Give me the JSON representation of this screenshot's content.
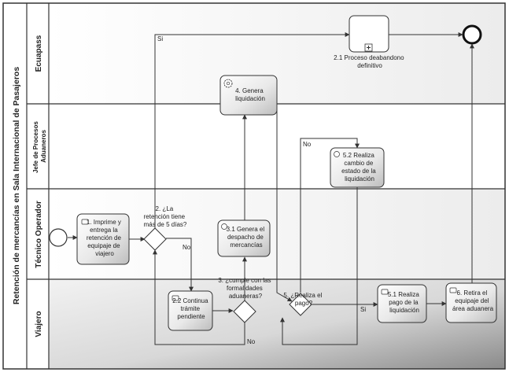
{
  "pool": {
    "title": "Retención de mercancías en Sala Internacional de Pasajeros"
  },
  "lanes": {
    "ecuapass": "Ecuapass",
    "jefe": [
      "Jefe de Procesos",
      "Aduaneros"
    ],
    "tecnico": "Técnico Operador",
    "viajero": "Viajero"
  },
  "tasks": {
    "t1": [
      "1. Imprime y",
      "entrega la",
      "retención de",
      "equipaje de",
      "viajero"
    ],
    "t21": [
      "2.1 Proceso deabandono",
      "definitivo"
    ],
    "t22": [
      "2.2 Continua",
      "trámite",
      "pendiente"
    ],
    "t31": [
      "3.1 Genera el",
      "despacho de",
      "mercancías"
    ],
    "t4": [
      "4. Genera",
      "liquidación"
    ],
    "t51": [
      "5.1 Realiza",
      "pago de la",
      "liquidación"
    ],
    "t52": [
      "5.2 Realiza",
      "cambio de",
      "estado de la",
      "liquidación"
    ],
    "t6": [
      "6. Retira el",
      "equipaje del",
      "área aduanera"
    ]
  },
  "gateways": {
    "g2": [
      "2. ¿La",
      "retención tiene",
      "más de 5 días?"
    ],
    "g3": [
      "3. ¿cumple con las",
      "formalidades",
      "aduaneras?"
    ],
    "g5": [
      "5. ¿Realiza el",
      "pago?"
    ]
  },
  "flow_labels": {
    "si": "Si",
    "no": "No"
  },
  "colors": {
    "lane_bg": "#f2f2f2",
    "task_fill": "#ececec",
    "task_shade": "#cfcfcf",
    "stroke": "#3a3a3a",
    "viajero_dark": "#8f8f8f"
  }
}
